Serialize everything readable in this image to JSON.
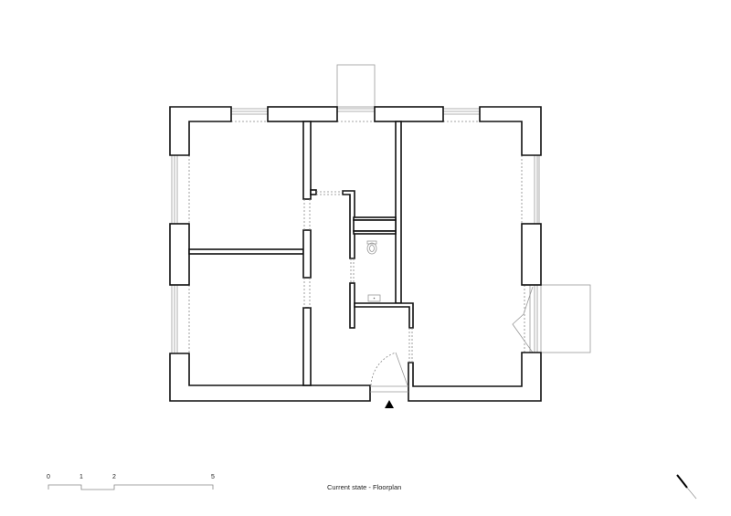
{
  "caption": "Current state - Floorplan",
  "scale_bar": {
    "labels": [
      "0",
      "1",
      "2",
      "5"
    ],
    "unit_marks_m": [
      0,
      1,
      2,
      5
    ]
  },
  "colors": {
    "wall_outline": "#111111",
    "secondary_line": "#999999",
    "background": "#ffffff"
  }
}
